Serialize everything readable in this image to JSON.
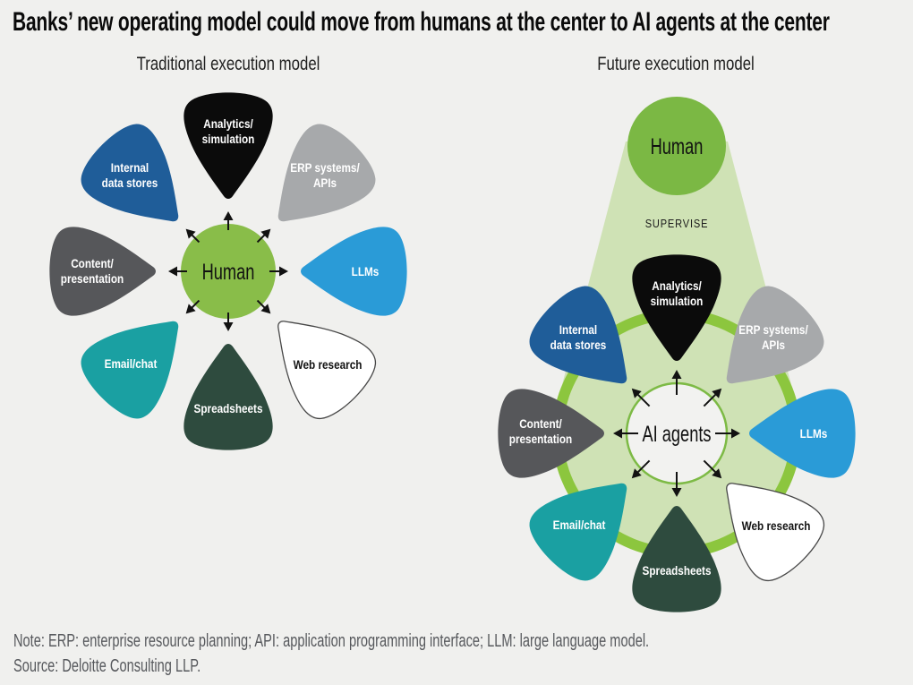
{
  "title": "Banks’ new operating model could move from humans at the center to AI agents at the center",
  "panels": {
    "left": {
      "subtitle": "Traditional execution model",
      "center_label": "Human"
    },
    "right": {
      "subtitle": "Future execution model",
      "human_label": "Human",
      "supervise_label": "SUPERVISE",
      "center_label": "AI agents"
    }
  },
  "petals": [
    {
      "id": "analytics-simulation",
      "line1": "Analytics/",
      "line2": "simulation",
      "fill": "#0b0b0b",
      "text": "#ffffff"
    },
    {
      "id": "erp-systems-apis",
      "line1": "ERP systems/",
      "line2": "APIs",
      "fill": "#a7a9ab",
      "text": "#ffffff"
    },
    {
      "id": "llms",
      "line1": "LLMs",
      "fill": "#2a9bd7",
      "text": "#ffffff"
    },
    {
      "id": "web-research",
      "line1": "Web research",
      "fill": "#ffffff",
      "text": "#131313",
      "border": "#474747"
    },
    {
      "id": "spreadsheets",
      "line1": "Spreadsheets",
      "fill": "#2e4b3e",
      "text": "#ffffff"
    },
    {
      "id": "email-chat",
      "line1": "Email/chat",
      "fill": "#1aa0a2",
      "text": "#ffffff"
    },
    {
      "id": "content-presentation",
      "line1": "Content/",
      "line2": "presentation",
      "fill": "#56575a",
      "text": "#ffffff"
    },
    {
      "id": "internal-data-stores",
      "line1": "Internal",
      "line2": "data stores",
      "fill": "#1f5d99",
      "text": "#ffffff"
    }
  ],
  "colors": {
    "background": "#f0f0ee",
    "human_circle_left": "#89bd49",
    "human_circle_right": "#7bb844",
    "supervision_cone": "#cfe2b5",
    "agent_disc": "#cfe2b5",
    "agent_ring": "#8cc63e",
    "agent_circle_fill": "#f2f2f0",
    "agent_circle_border": "#7dba45",
    "arrow": "#121212"
  },
  "note": "Note: ERP: enterprise resource planning; API: application programming interface; LLM: large language model.",
  "source": "Source: Deloitte Consulting LLP."
}
